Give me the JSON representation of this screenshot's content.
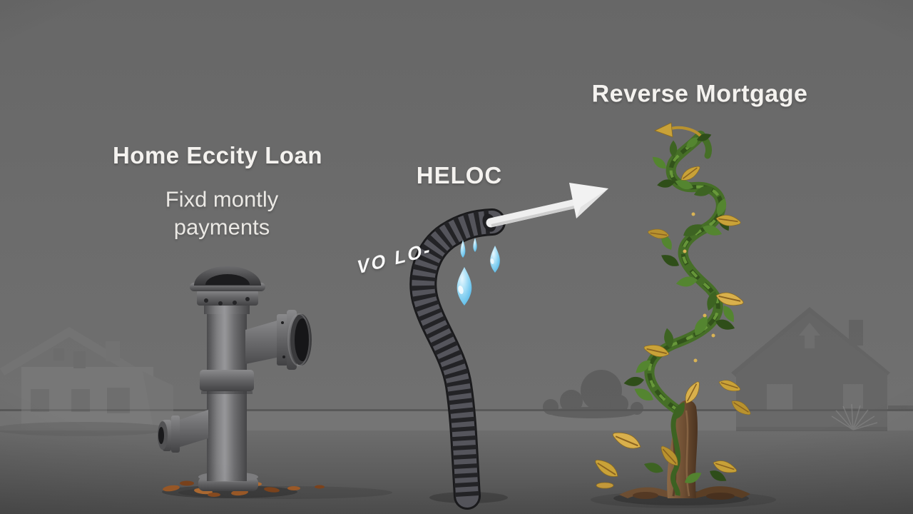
{
  "figure": {
    "labels": {
      "left_title": "Home Eccity Loan",
      "left_subtitle": "Fixd montly\npayments",
      "center_title": "HELOC",
      "center_scribble": "VO LO-",
      "right_title": "Reverse Mortgage"
    },
    "palette": {
      "background": "#6b6b6b",
      "floor": "#565656",
      "text": "#f4f2ef",
      "pipe_gray": "#97979a",
      "pipe_dark": "#454547",
      "hose_dark": "#232326",
      "hose_base": "#55555c",
      "arrow_white": "#efefef",
      "drop_blue": "#68c2ec",
      "vine_green": "#466f27",
      "vine_green_dark": "#2f4d1a",
      "vine_green_light": "#6b9c3d",
      "leaf_gold": "#c9a238",
      "trunk_brown": "#6f4f33",
      "rust_orange": "#9c5a28"
    }
  }
}
